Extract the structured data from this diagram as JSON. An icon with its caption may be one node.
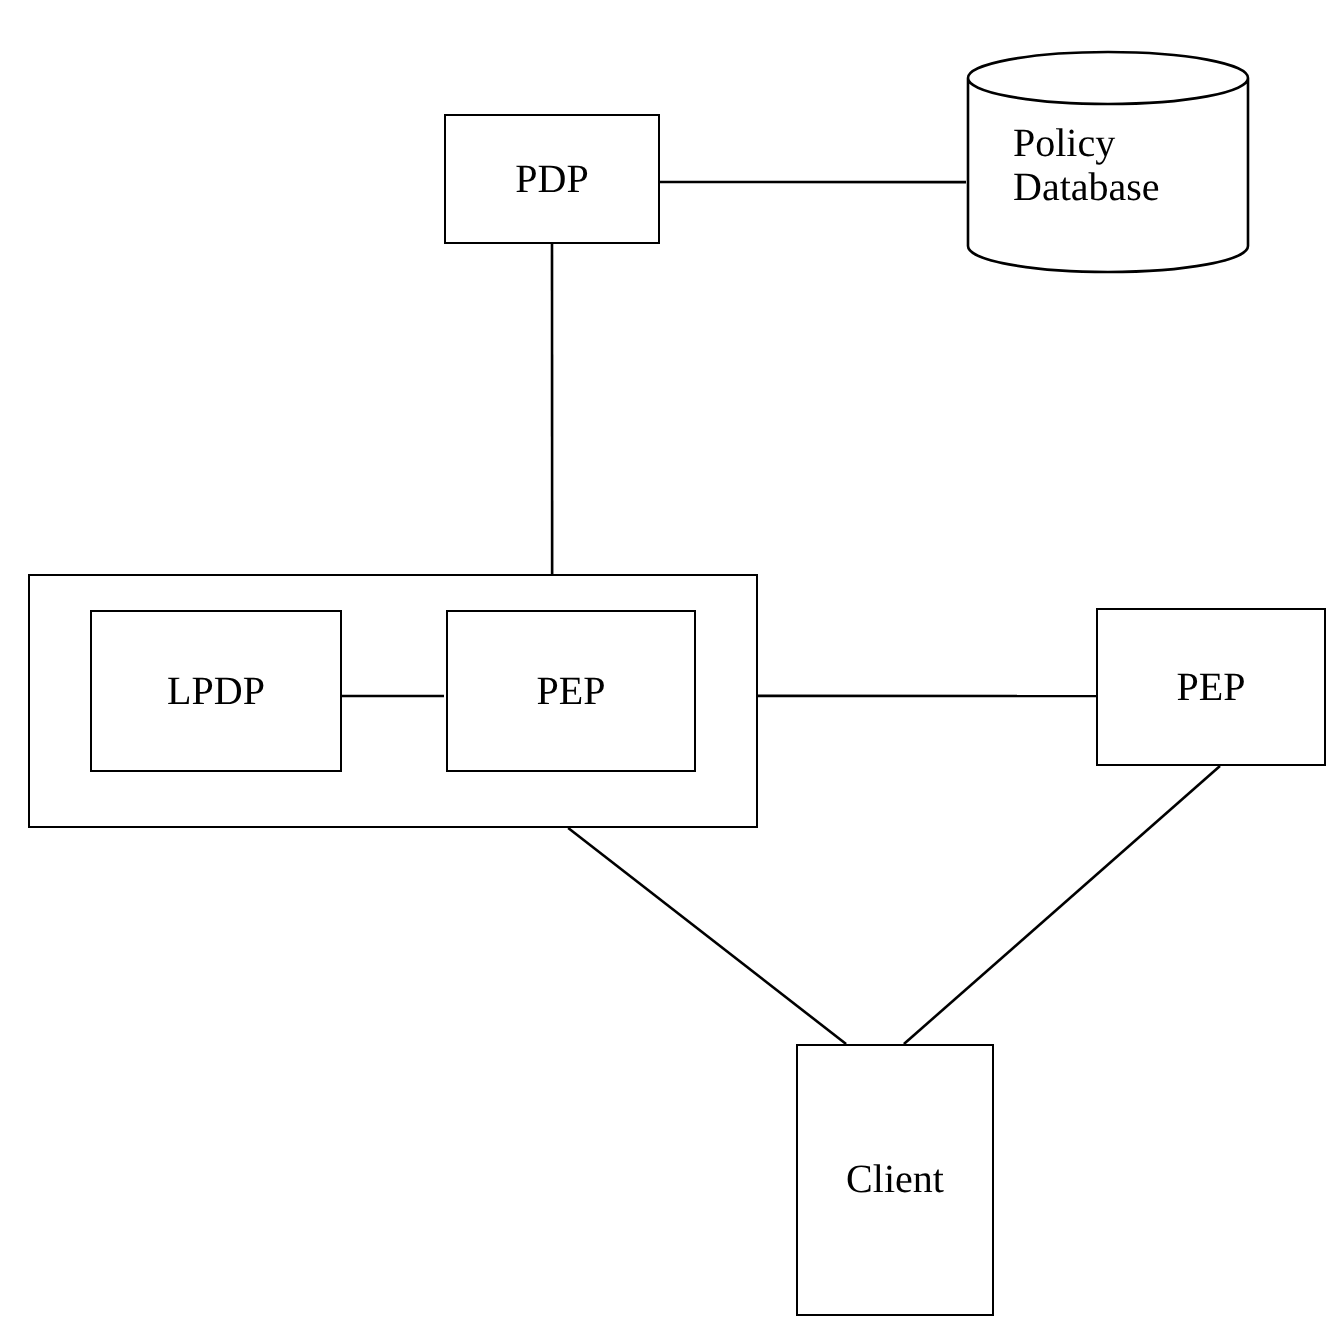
{
  "diagram": {
    "nodes": [
      {
        "text": [
          "PDP"
        ]
      },
      {
        "text": [
          "Policy Database"
        ]
      },
      {
        "text": [],
        "shape": "box"
      },
      {
        "text": [
          "LPDP"
        ],
        "in": 2
      },
      {
        "text": [
          "PEP"
        ],
        "in": 2
      },
      {
        "text": [
          "PEP"
        ]
      },
      {
        "text": [
          "Client"
        ]
      }
    ],
    "edges": [
      {
        "from": 0,
        "to": 1,
        "arrow": "none"
      },
      {
        "from": 0,
        "to": 2,
        "arrow": "none"
      },
      {
        "from": 3,
        "to": 4,
        "arrow": "none"
      },
      {
        "from": 2,
        "to": 5,
        "arrow": "none"
      },
      {
        "from": 2,
        "to": 6,
        "arrow": "none"
      },
      {
        "from": 5,
        "to": 6,
        "arrow": "none"
      }
    ]
  }
}
